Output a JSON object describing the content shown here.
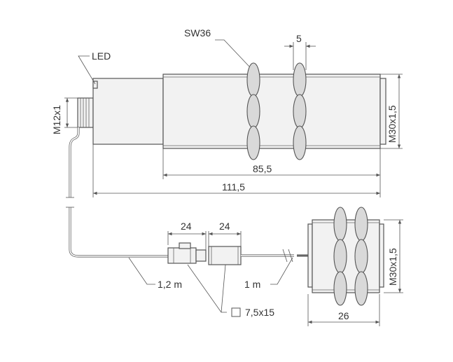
{
  "labels": {
    "sw36": "SW36",
    "led": "LED",
    "m12x1": "M12x1",
    "dim_5": "5",
    "m30_top": "M30x1,5",
    "dim_85_5": "85,5",
    "dim_111_5": "111,5",
    "dim_24_left": "24",
    "dim_24_right": "24",
    "m30_bottom": "M30x1,5",
    "cable_1_2m": "1,2 m",
    "cable_1m": "1 m",
    "square_7_5x15": "7,5x15",
    "dim_26": "26"
  }
}
